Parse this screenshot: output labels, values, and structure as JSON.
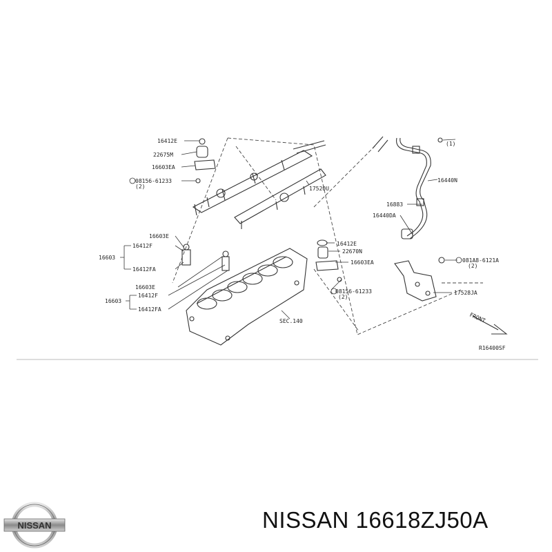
{
  "diagram": {
    "labels": [
      "16412E",
      "22675M",
      "16603EA",
      "08156-61233",
      "(2)",
      "17520U",
      "16883",
      "16440N",
      "16440DA",
      "(1)",
      "16603E",
      "16412F",
      "16603",
      "16412FA",
      "16412E",
      "22670N",
      "16603EA",
      "08156-61233",
      "(2)",
      "081A8-6121A",
      "(2)",
      "17528JA",
      "16603E",
      "16412F",
      "16603",
      "16412FA",
      "SEC.140",
      "FRONT",
      "R16400SF"
    ]
  },
  "footer": {
    "brand": "NISSAN",
    "part_number": "16618ZJ50A",
    "text": "NISSAN 16618ZJ50A"
  },
  "logo": {
    "text": "NISSAN",
    "icon": "nissan-logo-icon"
  }
}
